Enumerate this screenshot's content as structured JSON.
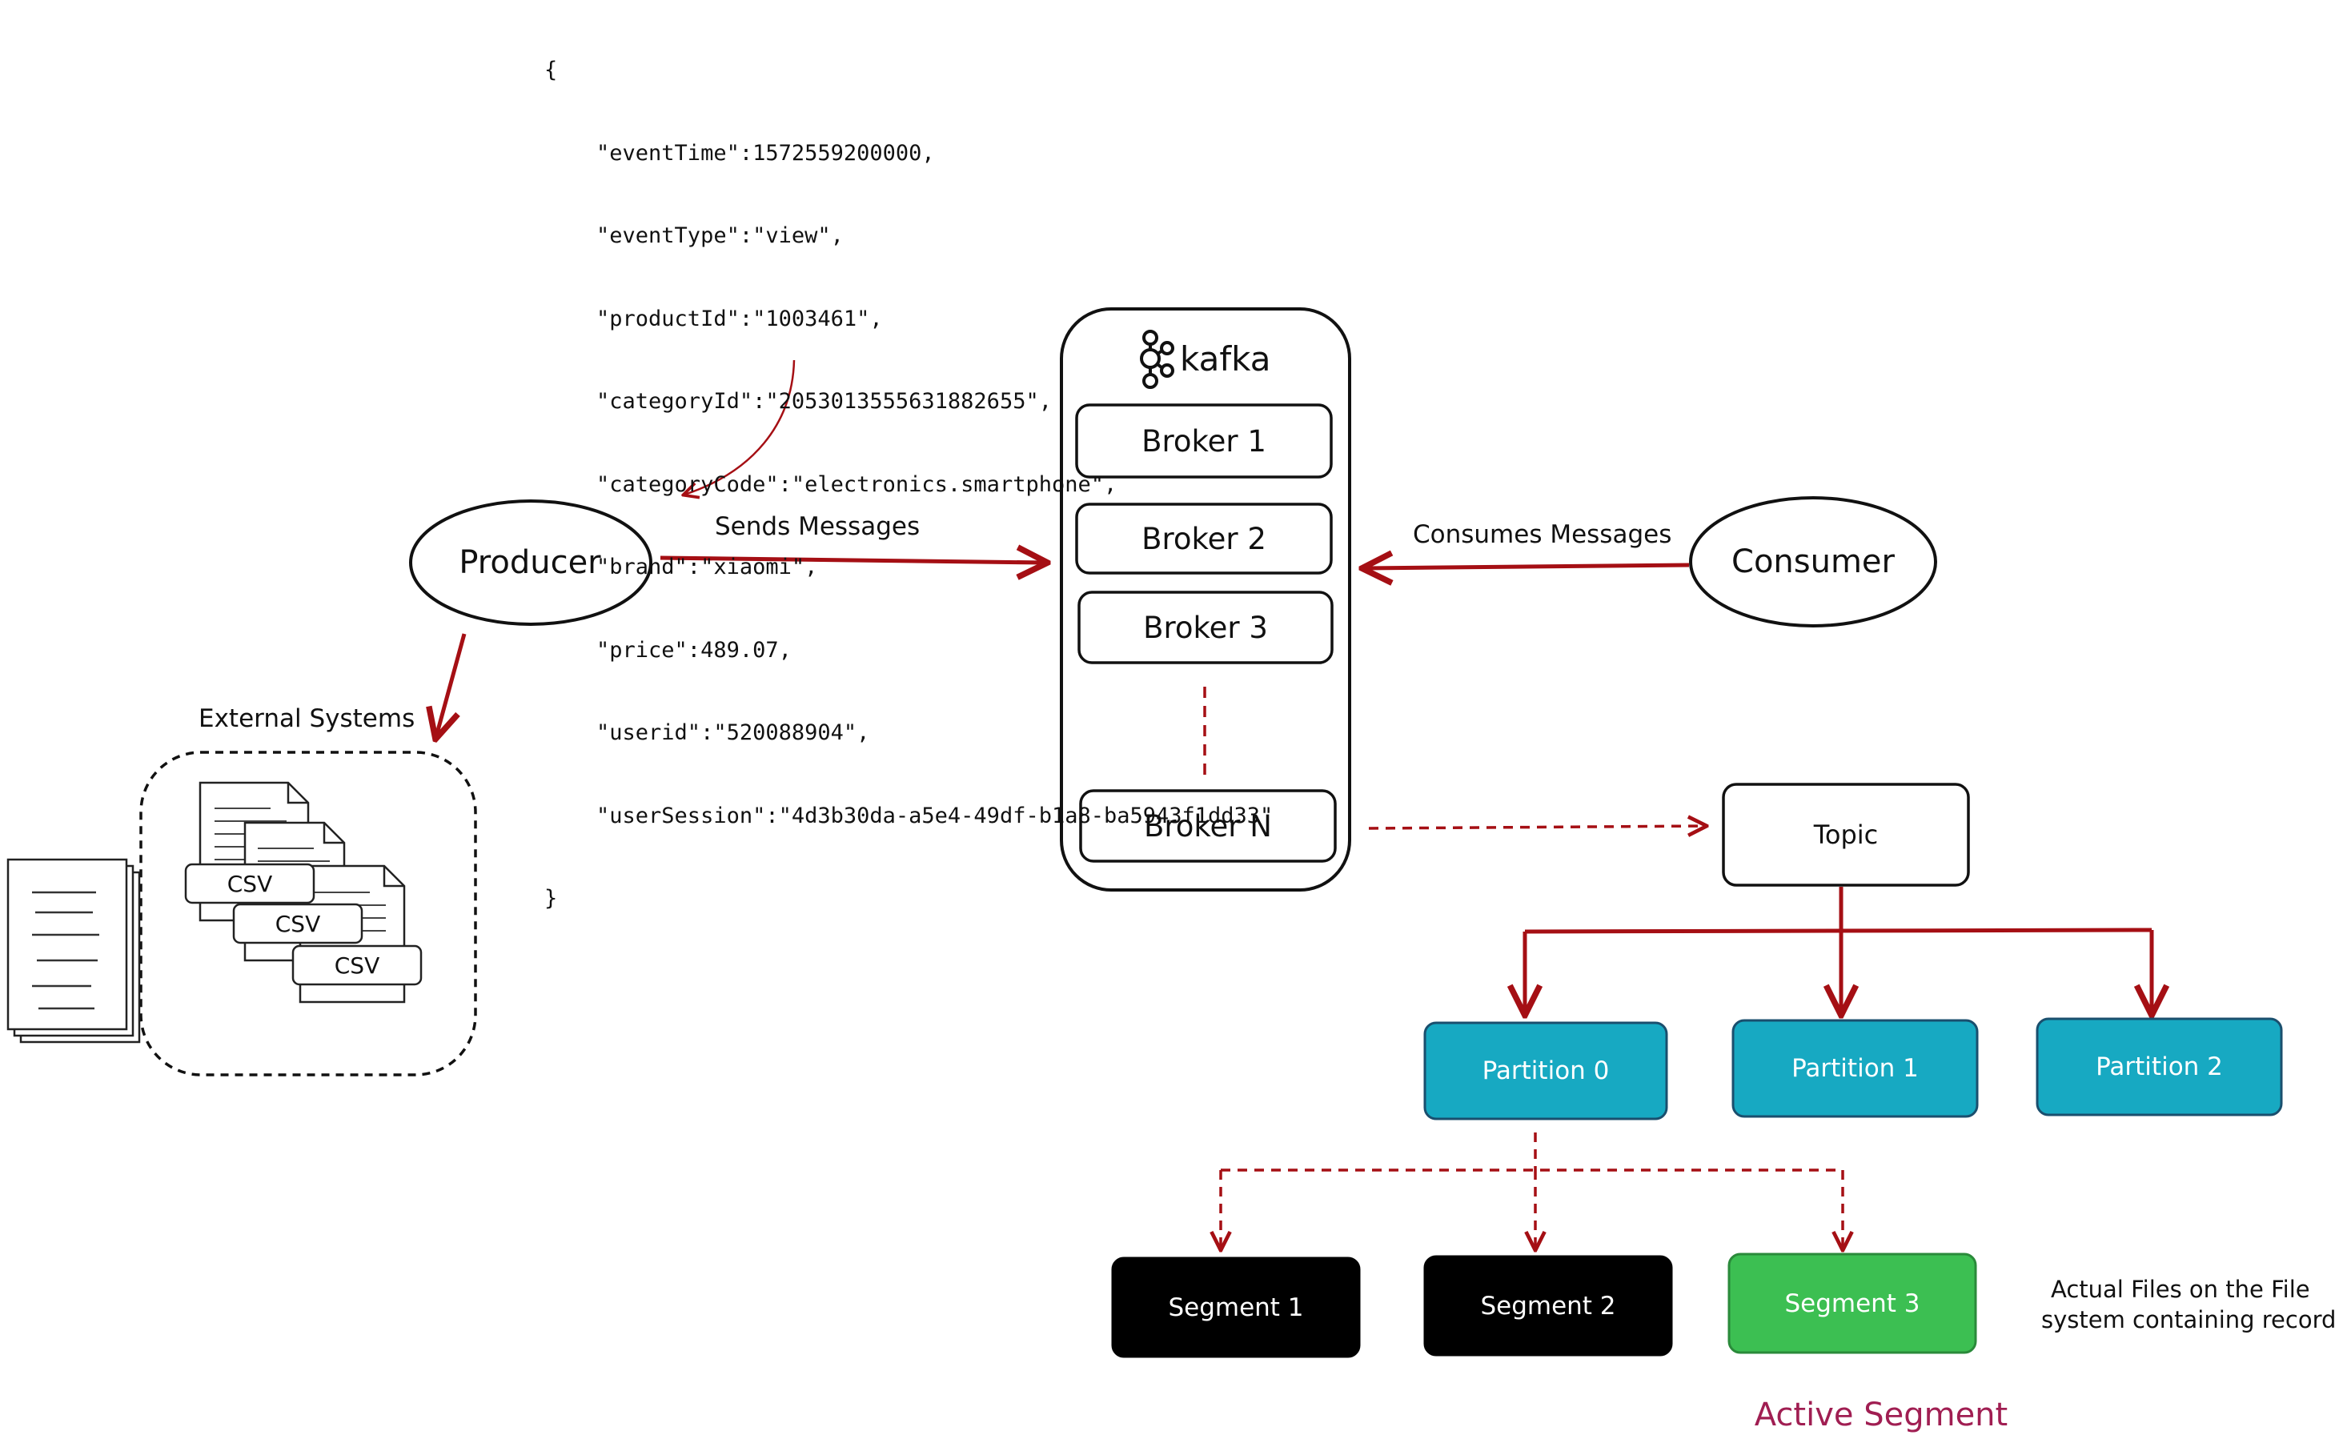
{
  "message_json": {
    "lines": [
      "{",
      "    \"eventTime\":1572559200000,",
      "    \"eventType\":\"view\",",
      "    \"productId\":\"1003461\",",
      "    \"categoryId\":\"2053013555631882655\",",
      "    \"categoryCode\":\"electronics.smartphone\",",
      "    \"brand\":\"xiaomi\",",
      "    \"price\":489.07,",
      "    \"userid\":\"520088904\",",
      "    \"userSession\":\"4d3b30da-a5e4-49df-b1a8-ba5943f1dd33\"",
      "}"
    ]
  },
  "producer": {
    "label": "Producer"
  },
  "consumer": {
    "label": "Consumer"
  },
  "kafka": {
    "logo_text": "kafka",
    "brokers": [
      "Broker 1",
      "Broker 2",
      "Broker 3",
      "Broker N"
    ]
  },
  "edges": {
    "sends": "Sends Messages",
    "consumes": "Consumes Messages"
  },
  "external": {
    "label": "External Systems",
    "files": [
      "CSV",
      "CSV",
      "CSV"
    ]
  },
  "topic": {
    "label": "Topic"
  },
  "partitions": [
    "Partition 0",
    "Partition 1",
    "Partition 2"
  ],
  "segments": [
    "Segment 1",
    "Segment 2",
    "Segment 3"
  ],
  "notes": {
    "files_line1": "Actual Files on the File",
    "files_line2": "system containing records",
    "active_segment": "Active Segment"
  },
  "colors": {
    "arrow": "#a50f14",
    "partition": "#17a9c2",
    "segment": "#000000",
    "active_segment": "#3cbf52",
    "active_label": "#a01e52"
  }
}
